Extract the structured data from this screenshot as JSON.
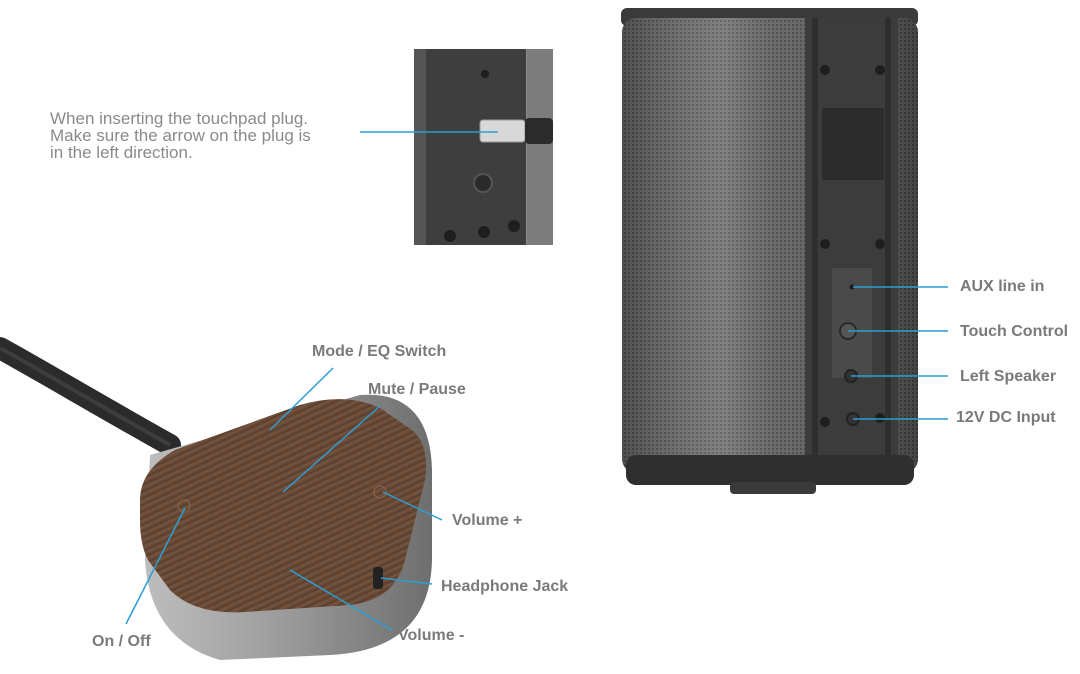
{
  "note": {
    "lines": [
      "When inserting the touchpad plug.",
      "Make sure the arrow on the plug is",
      "in the left direction."
    ]
  },
  "speaker_labels": {
    "aux": "AUX line in",
    "touch": "Touch Control",
    "left": "Left Speaker",
    "dc": "12V DC Input"
  },
  "touchpad_labels": {
    "mode": "Mode / EQ Switch",
    "mute": "Mute / Pause",
    "volup": "Volume +",
    "jack": "Headphone Jack",
    "voldown": "Volume -",
    "onoff": "On / Off"
  },
  "colors": {
    "leader": "#2a9fd6",
    "label": "#7a7a7a",
    "speaker_body": "#5c5c5c",
    "wood": "#6b4a36"
  }
}
